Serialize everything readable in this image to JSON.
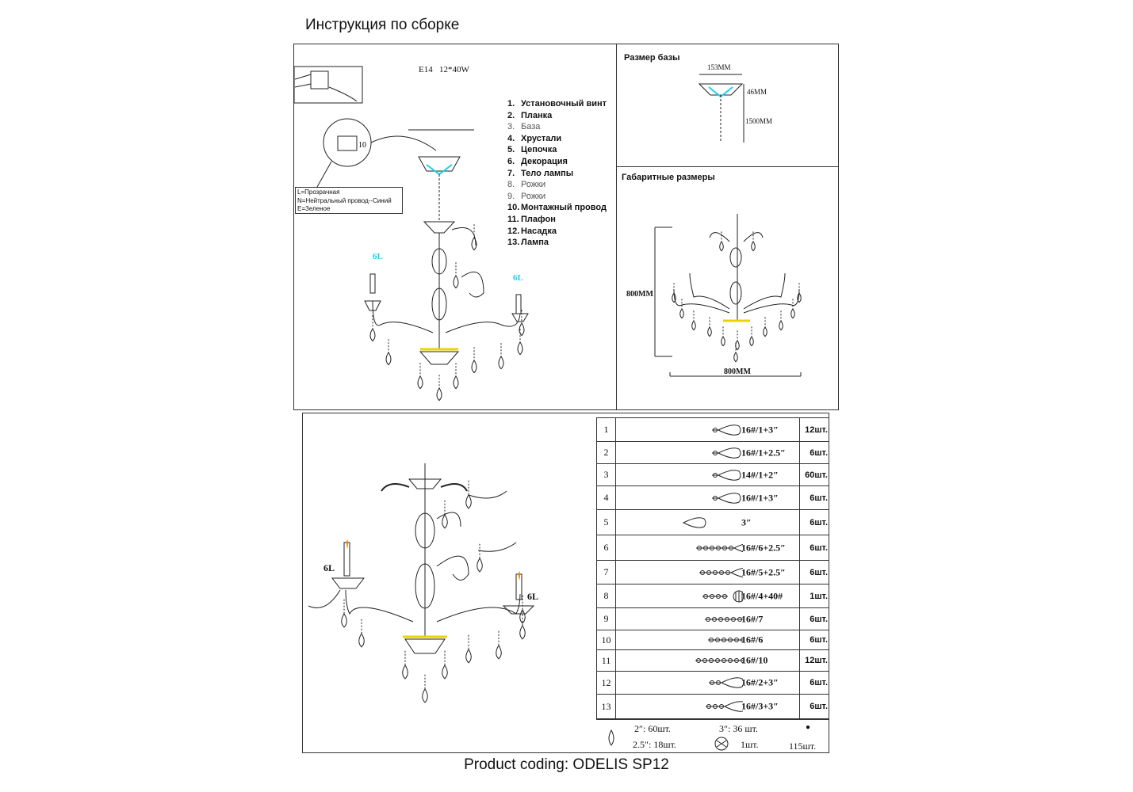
{
  "title": "Инструкция по сборке",
  "spec": "E14   12*40W",
  "parts_list": [
    {
      "n": "1.",
      "label": "Установочный винт"
    },
    {
      "n": "2.",
      "label": "Планка"
    },
    {
      "n": "3.",
      "label": "База"
    },
    {
      "n": "4.",
      "label": "Хрустали"
    },
    {
      "n": "5.",
      "label": "Цепочка"
    },
    {
      "n": "6.",
      "label": "Декорация"
    },
    {
      "n": "7.",
      "label": "Тело лампы"
    },
    {
      "n": "8.",
      "label": "Рожки"
    },
    {
      "n": "9.",
      "label": "Рожки"
    },
    {
      "n": "10.",
      "label": "Монтажный провод"
    },
    {
      "n": "11.",
      "label": "Плафон"
    },
    {
      "n": "12.",
      "label": "Насадка"
    },
    {
      "n": "13.",
      "label": "Лампа"
    }
  ],
  "wiring": {
    "lines": [
      "L=Прозрачная",
      "N=Нейтральный провод--Синий",
      "E=Зеленое"
    ],
    "terminal_label": "10"
  },
  "diagram_labels": {
    "lamp_left": "6L",
    "lamp_right": "6L"
  },
  "base_size": {
    "heading": "Размер базы",
    "width": "153MM",
    "height": "46MM",
    "chain": "1500MM"
  },
  "overall_size": {
    "heading": "Габаритные размеры",
    "height": "800MM",
    "width": "800MM"
  },
  "assembly_labels": {
    "lamp_left": "6L",
    "lamp_right": "6L"
  },
  "crystal_table": [
    {
      "n": "1",
      "code": "16#/1+3″",
      "qty": "12шт."
    },
    {
      "n": "2",
      "code": "16#/1+2.5″",
      "qty": "6шт."
    },
    {
      "n": "3",
      "code": "14#/1+2″",
      "qty": "60шт."
    },
    {
      "n": "4",
      "code": "16#/1+3″",
      "qty": "6шт."
    },
    {
      "n": "5",
      "code": "3″",
      "qty": "6шт."
    },
    {
      "n": "6",
      "code": "16#/6+2.5″",
      "qty": "6шт."
    },
    {
      "n": "7",
      "code": "16#/5+2.5″",
      "qty": "6шт."
    },
    {
      "n": "8",
      "code": "16#/4+40#",
      "qty": "1шт."
    },
    {
      "n": "9",
      "code": "16#/7",
      "qty": "6шт."
    },
    {
      "n": "10",
      "code": "16#/6",
      "qty": "6шт."
    },
    {
      "n": "11",
      "code": "16#/10",
      "qty": "12шт."
    },
    {
      "n": "12",
      "code": "16#/2+3″",
      "qty": "6шт."
    },
    {
      "n": "13",
      "code": "16#/3+3″",
      "qty": "6шт."
    }
  ],
  "totals": {
    "two_inch": "2″: 60шт.",
    "two_half_inch": "2.5″: 18шт.",
    "three_inch": "3″: 36 шт.",
    "ball": "1шт.",
    "beads": "115шт."
  },
  "caption": "Product coding: ODELIS SP12"
}
